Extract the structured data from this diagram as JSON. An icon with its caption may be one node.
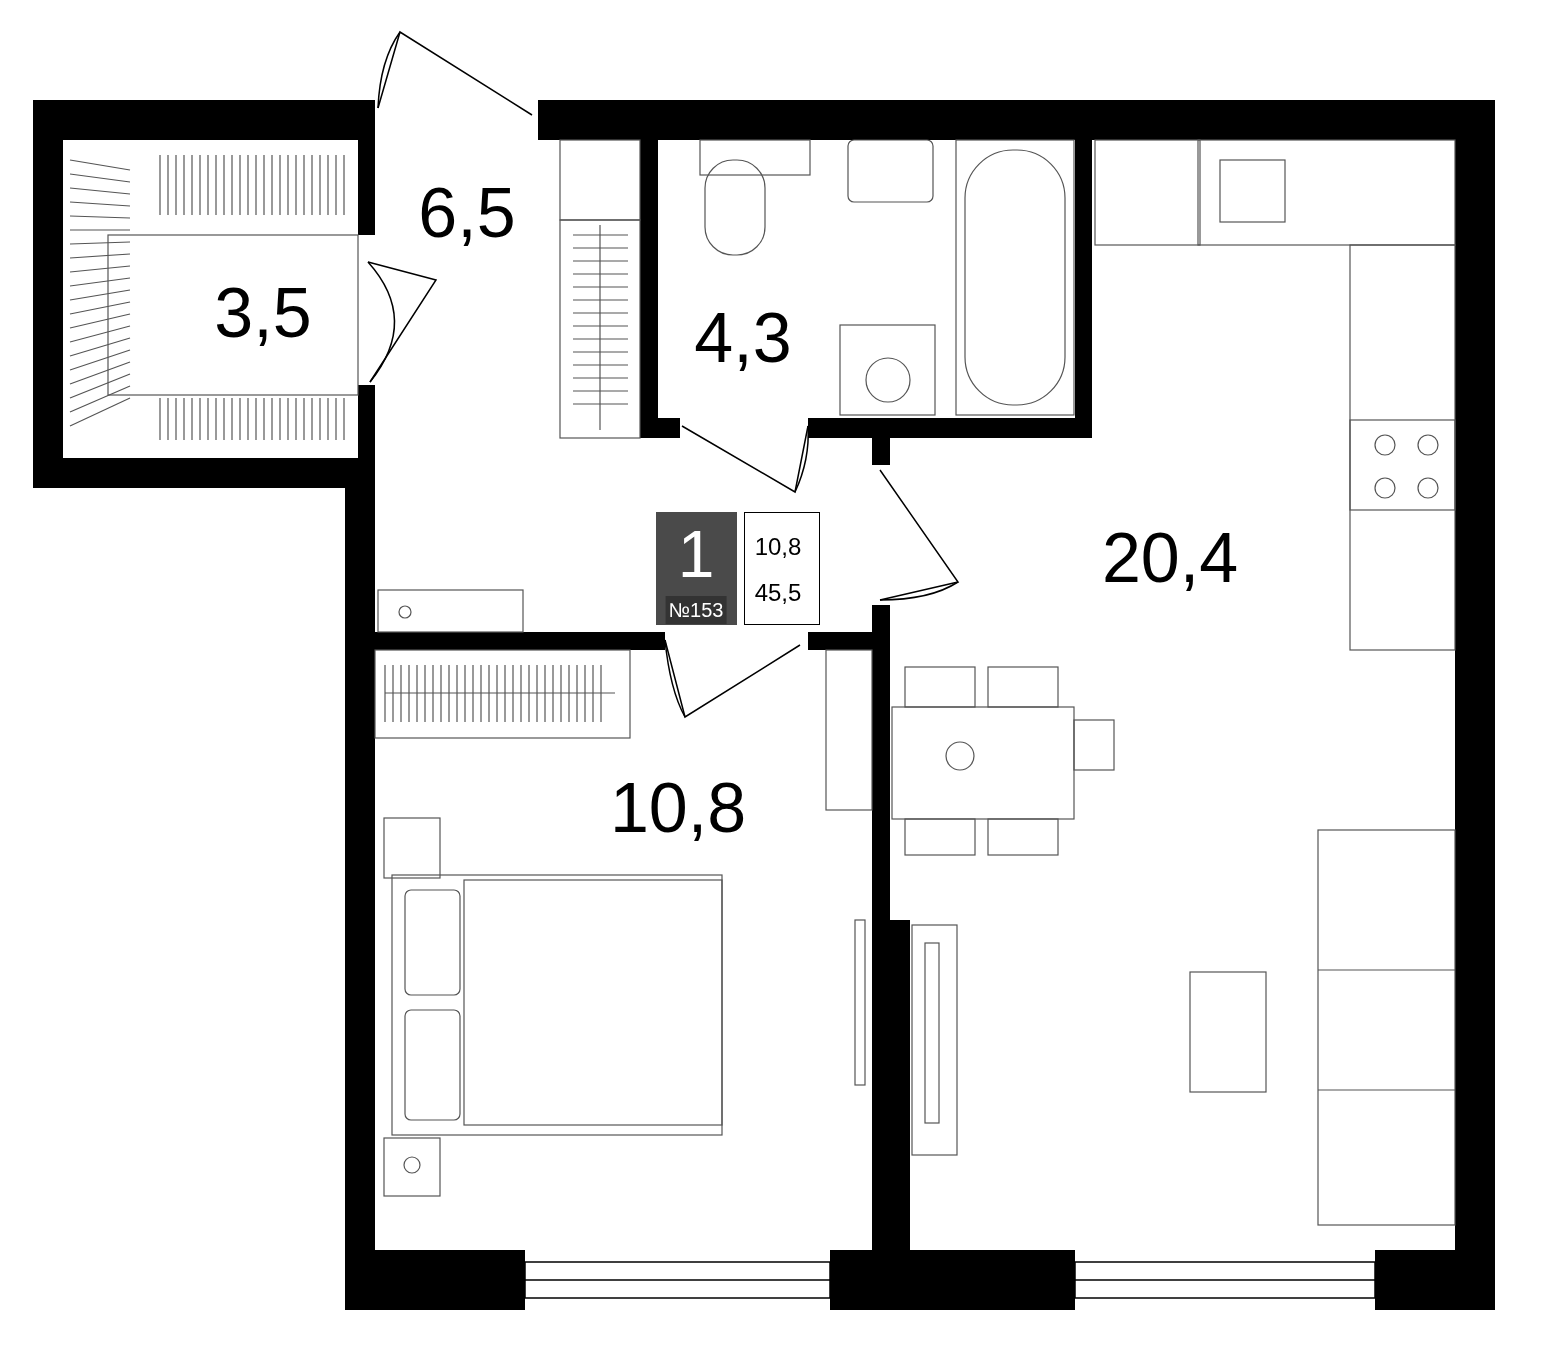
{
  "diagram": {
    "nodes": [
      {
        "text": [
          "3,5"
        ]
      },
      {
        "text": [
          "6,5"
        ]
      },
      {
        "text": [
          "4,3"
        ]
      },
      {
        "text": [
          "20,4"
        ]
      },
      {
        "text": [
          "10,8"
        ]
      },
      {
        "text": [
          "1",
          "№153"
        ]
      },
      {
        "text": [
          "10,8",
          "45,5"
        ]
      }
    ]
  }
}
